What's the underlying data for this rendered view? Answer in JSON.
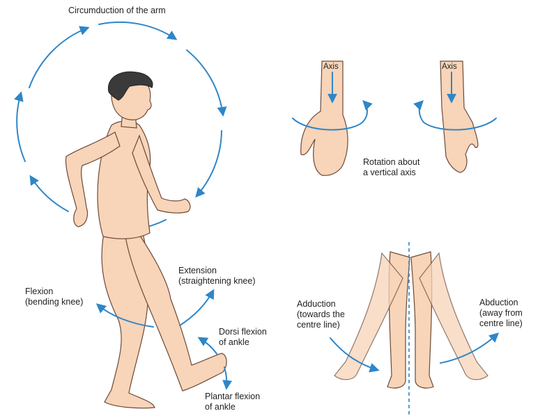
{
  "labels": {
    "circumduction": "Circumduction of the arm",
    "axis_left": "Axis",
    "axis_right": "Axis",
    "rotation": "Rotation about\na vertical axis",
    "extension": "Extension\n(straightening knee)",
    "flexion": "Flexion\n(bending knee)",
    "dorsi_flexion": "Dorsi flexion\nof ankle",
    "plantar_flexion": "Plantar flexion\nof ankle",
    "adduction": "Adduction\n(towards the\ncentre line)",
    "abduction": "Abduction\n(away from\ncentre line)"
  },
  "colors": {
    "arrow": "#2e86c8",
    "skin": "#f8d4b8",
    "skin_outline": "#6b4a3a",
    "hair": "#3a3a3a",
    "text": "#222222"
  }
}
